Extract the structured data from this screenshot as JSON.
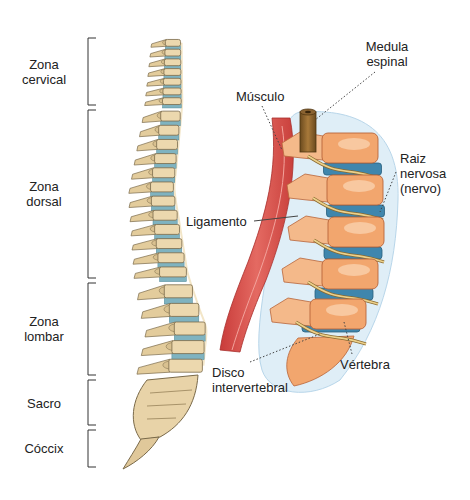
{
  "diagram": {
    "labels": [
      "Medula espinal",
      "Zona cervical",
      "Músculo",
      "Raiz nervosa (nervo)",
      "Zona dorsal",
      "Ligamento",
      "Zona lombar",
      "Vértebra",
      "Disco intervertebral",
      "Sacro",
      "Cóccix"
    ]
  }
}
